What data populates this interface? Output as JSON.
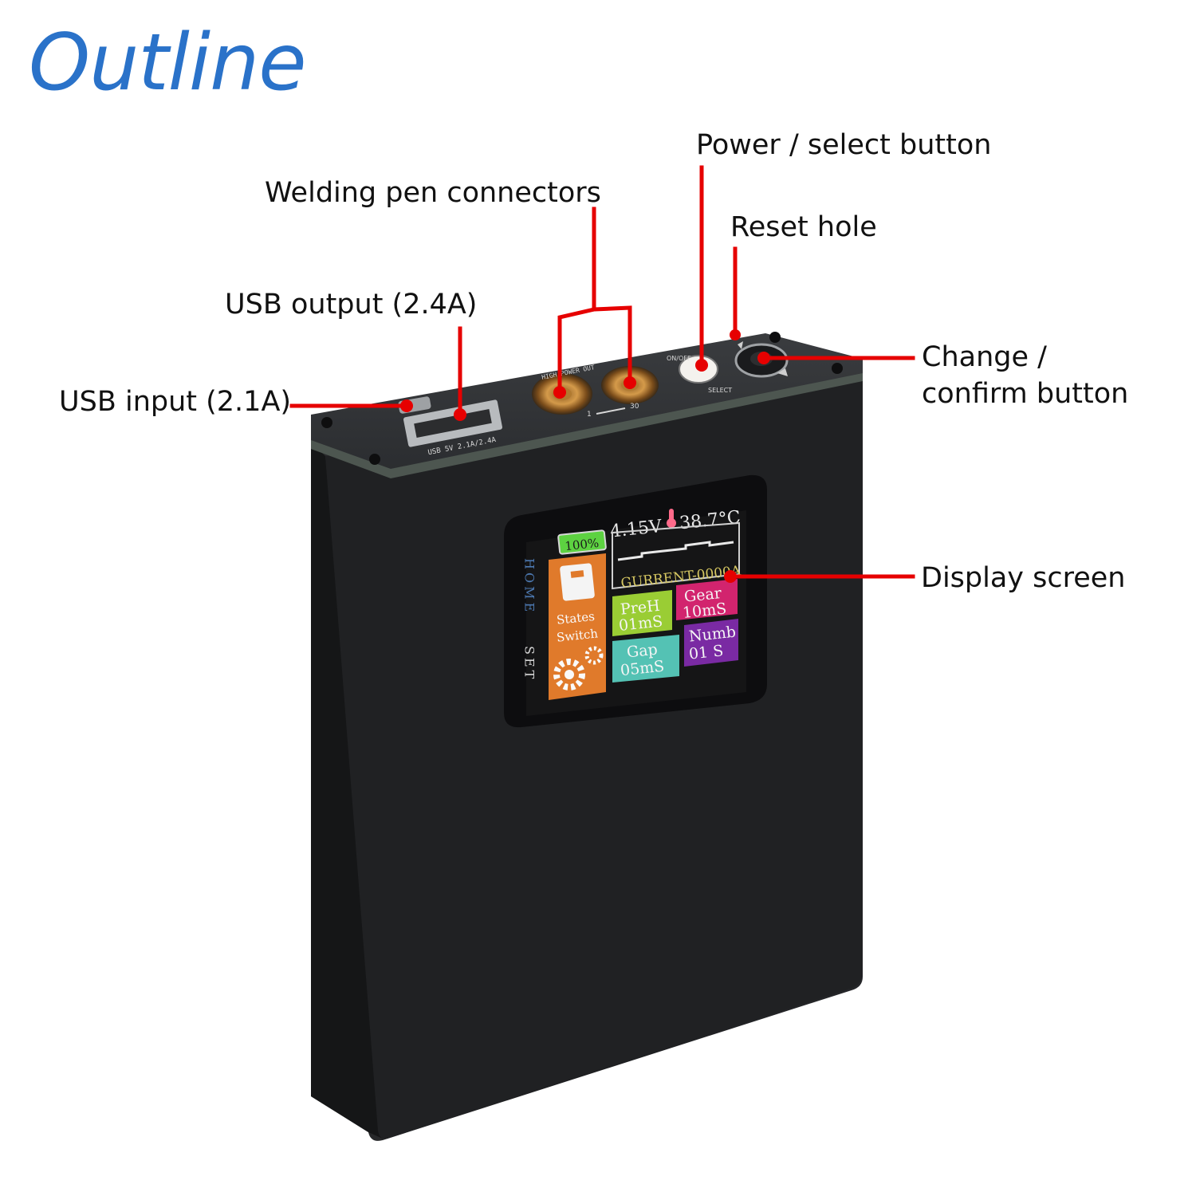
{
  "title": "Outline",
  "colors": {
    "title": "#2a72c9",
    "callout": "#e60000",
    "device": "#1e1f21"
  },
  "callouts": {
    "welding_pen": "Welding pen connectors",
    "power_select": "Power / select button",
    "reset_hole": "Reset hole",
    "usb_output": "USB output (2.4A)",
    "usb_input": "USB input (2.1A)",
    "change_confirm_line1": "Change /",
    "change_confirm_line2": "confirm button",
    "display_screen": "Display screen"
  },
  "device_panel": {
    "usb_marking": "USB 5V 2.1A/2.4A",
    "high_power_out": "HIGH POWER OUT",
    "scale_min": "1",
    "scale_max": "30",
    "on_off": "ON/OFF",
    "select": "SELECT"
  },
  "screen": {
    "battery": "100%",
    "voltage": "4.15V",
    "temperature": "38.7°C",
    "current": "GURRENT-0000A",
    "side_home": "HOME",
    "side_set": "SET",
    "tile_states": "States",
    "tile_switch": "Switch",
    "tile_preh_1": "PreH",
    "tile_preh_2": "01mS",
    "tile_gear_1": "Gear",
    "tile_gear_2": "10mS",
    "tile_gap_1": "Gap",
    "tile_gap_2": "05mS",
    "tile_numb_1": "Numb",
    "tile_numb_2": "01 S"
  }
}
